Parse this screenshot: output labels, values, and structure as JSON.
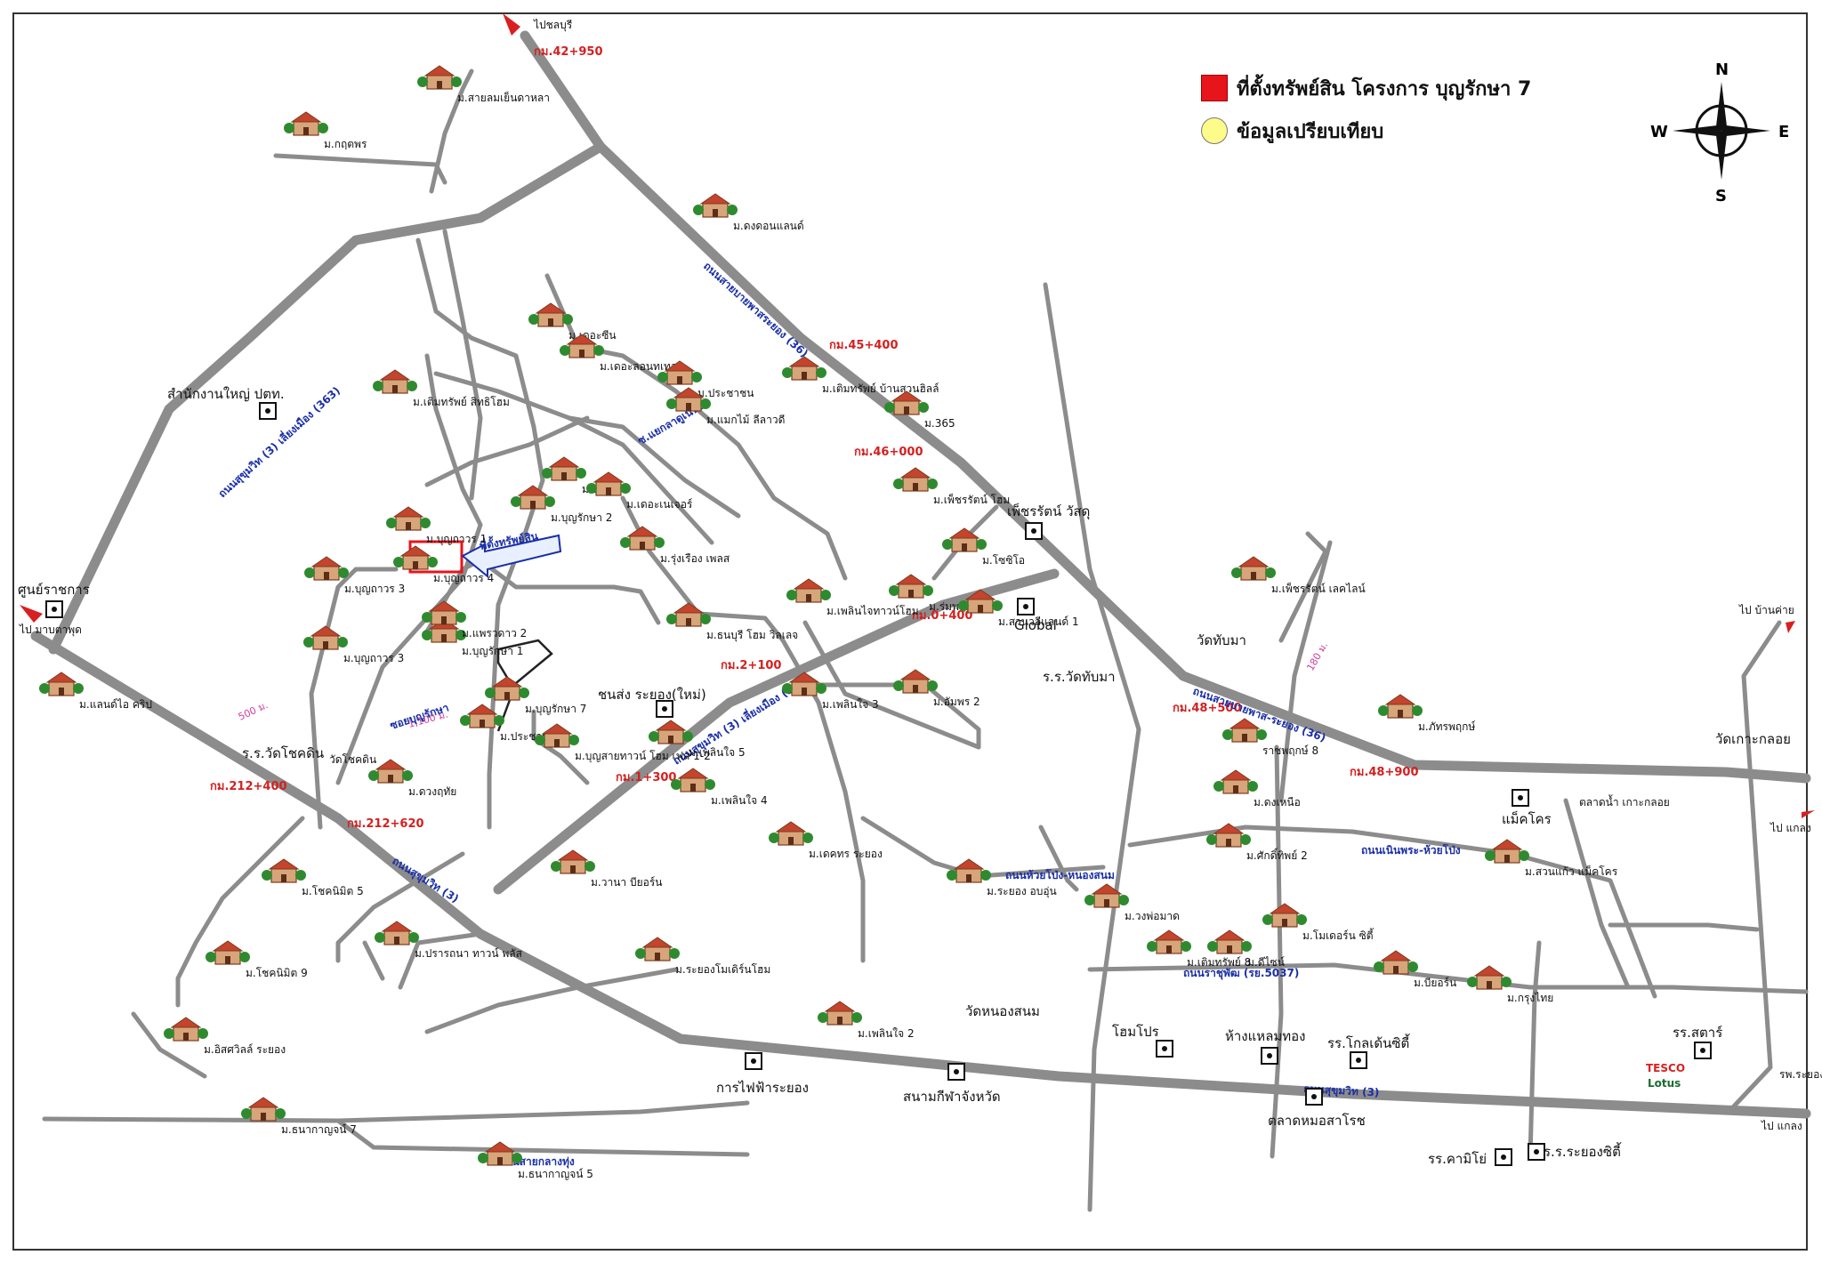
{
  "legend": {
    "property_label": "ที่ตั้งทรัพย์สิน โครงการ บุญรักษา 7",
    "comparison_label": "ข้อมูลเปรียบเทียบ",
    "property_color": "#e8141b",
    "comparison_color": "#fdfb8a"
  },
  "compass": {
    "n": "N",
    "s": "S",
    "e": "E",
    "w": "W"
  },
  "destinations": {
    "chonburi": "ไปชลบุรี",
    "ban_khai": "ไป บ้านค่าย",
    "klaeng_1": "ไป แกลง",
    "klaeng_2": "ไป แกลง",
    "map_ta_phut": "ไป มาบตาพุด"
  },
  "km_markers": {
    "km_42_950": "กม.42+950",
    "km_45_400": "กม.45+400",
    "km_46_000": "กม.46+000",
    "km_48_500": "กม.48+500",
    "km_48_900": "กม.48+900",
    "km_212_400": "กม.212+400",
    "km_212_620": "กม.212+620",
    "km_2_100": "กม.2+100",
    "km_1_300": "กม.1+300",
    "km_400": "กม.0+400"
  },
  "roads": {
    "sukhumvit_363": "ถนนสุขุมวิท (3) เลี่ยงเมือง (363)",
    "highway_36_a": "ถนนสายบายพาสระยอง (36)",
    "highway_36_b": "ถนนสายบายพาส-ระยอง (36)",
    "bypass_3_364": "ถนนสุขุมวิท (3) เลี่ยงเมือง (364)",
    "sukhumvit_3_a": "ถนนสุขุมวิท (3)",
    "sukhumvit_3_b": "ถนนสุขุมวิท (3)",
    "ratchaphat_5037": "ถนนราชุพัฒ (รย.5037)",
    "huai_pong": "ถนนห้วยโป่ง-หนองสนม",
    "sai_klang_thung": "ถนนสายกลางทุ่ง",
    "hua_koen_5": "ถนนเนินพระ-ห้วยโป่ง",
    "soi_nern_yom": "ซ.แยกลาดูเนินยม",
    "boonyarat": "ซอยบุญรักษา"
  },
  "distances": {
    "d_500": "500 ม.",
    "d_1100": "1,100 ม.",
    "d_180": "180 ม."
  },
  "landmarks": {
    "pttep_hq": "สำนักงานใหญ่ ปตท.",
    "govt_center": "ศูนย์ราชการ",
    "phetcharat_wasadu": "เพ็ชรรัตน์ วัสดุ",
    "global": "Global",
    "wat_thap_ma_school": "ร.ร.วัดทับมา",
    "wat_thap_ma": "วัดทับมา",
    "wat_koh_kloi": "วัดเกาะกลอย",
    "makro": "แม็คโคร",
    "talad_nam": "ตลาดน้ำ เกาะกลอย",
    "chonsong": "ชนส่ง ระยอง(ใหม่)",
    "wat_nong_sanom": "วัดหนองสนม",
    "home_pro": "โฮมโปร",
    "laem_thong": "ห้างแหลมทอง",
    "golden_city": "รร.โกลเด้นซิตี้",
    "star": "รร.สตาร์",
    "electric": "การไฟฟ้าระยอง",
    "stadium": "สนามกีฬาจังหวัด",
    "market": "ตลาดหมอสาโรช",
    "kamillo": "รร.คามิโย่",
    "rayong_city": "ร.ร.ระยองซิตี้",
    "wat_chok": "ร.ร.วัดโชคดิน",
    "wat_chok_temple": "วัดโชคดิน",
    "hospital": "รพ.ระยอง",
    "tesco_1": "TESCO",
    "tesco_2": "Lotus"
  },
  "villages": [
    "ม.สายลมเย็นดาหลา",
    "ม.กฤตพร",
    "ม.เดอะซีน",
    "ม.เดอะลอนทเทจ",
    "ม.ประชาชน",
    "ม.ดงดอนแลนด์",
    "ม.เติมทรัพย์ สิทธิโฮม",
    "ม.ปาลิตา",
    "ม.เดอะเนเจอร์",
    "ม.เติมทรัพย์ บ้านสวนฮิลล์",
    "ม.แมกไม้ ลีลาวดี",
    "ม.365",
    "ม.เพ็ชรรัตน์ โฮม",
    "ม.บุญถาวร 1",
    "ม.บุญรักษา 2",
    "ม.บุญถาวร 4",
    "ม.รุ่งเรือง เพลส",
    "ม.บุญถาวร 3",
    "ม.บุญรักษา 1",
    "ม.แพรวดาว 2",
    "ม.บุญถาวร 3",
    "ม.โซซิโอ",
    "ม.ร่มพฤกษ์4",
    "ม.สวนวลีแลนด์ 1",
    "ม.เพลินไจทาวน์โฮม",
    "ม.ธนบุรี โฮม วิลเลจ",
    "ม.อัมพร 2",
    "ม.บุญรักษา 7",
    "ม.แลนด์ไอ คริป",
    "ม.เพลินใจ 5",
    "ม.เพลินใจ 3",
    "ม.ประชาชน 3",
    "ม.บุญสายทาวน์ โฮม เฟส 1-2",
    "ม.เพลินใจ 4",
    "ม.ดวงฤทัย",
    "ม.เพ็ชรรัตน์ เลคไลน์",
    "ม.ภัทรพฤกษ์",
    "ราชพฤกษ์ 8",
    "ม.ดงเหนือ",
    "ม.ศักดิ์ทิพย์ 2",
    "ม.วานา บียอร์น",
    "ม.เดคทร ระยอง",
    "ม.ระยอง อบอุ่น",
    "ม.วงพ่อมาด",
    "ม.โมเดอร์น ซิตี้",
    "ม.เติมทรัพย์ 8",
    "ม.ดีไซน์",
    "ม.บียอร์น",
    "ม.กรุงไทย",
    "ม.สวนแก้ว แม็คโคร",
    "ม.โชคนิมิต 5",
    "ม.ปรารถนา ทาวน์ พลัส",
    "ม.โชคนิมิต 9",
    "ม.ระยองโมเดิร์นโฮม",
    "ม.อิสศวิลล์ ระยอง",
    "ม.เพลินใจ 2",
    "ม.ธนากาญจน์ 7",
    "ม.ธนากาญจน์ 5"
  ],
  "property_label": "ที่ตั้งทรัพย์สิน",
  "icons": [
    "compass-icon",
    "house-icon",
    "landmark-square-icon",
    "temple-icon",
    "gas-station-icon",
    "shell-icon",
    "ptt-icon",
    "toyota-icon",
    "hospital-icon"
  ]
}
